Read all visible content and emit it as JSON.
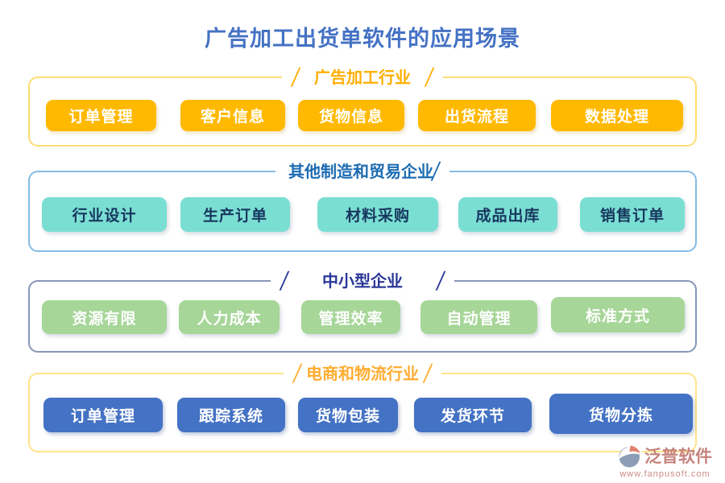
{
  "page": {
    "title": "广告加工出货单软件的应用场景"
  },
  "sections": [
    {
      "header": "广告加工行业",
      "items": [
        "订单管理",
        "客户信息",
        "货物信息",
        "出货流程",
        "数据处理"
      ]
    },
    {
      "header": "其他制造和贸易企业",
      "items": [
        "行业设计",
        "生产订单",
        "材料采购",
        "成品出库",
        "销售订单"
      ]
    },
    {
      "header": "中小型企业",
      "items": [
        "资源有限",
        "人力成本",
        "管理效率",
        "自动管理",
        "标准方式"
      ]
    },
    {
      "header": "电商和物流行业",
      "items": [
        "订单管理",
        "跟踪系统",
        "货物包装",
        "发货环节",
        "货物分拣"
      ]
    }
  ],
  "footer": {
    "brand": "泛普软件",
    "url": "www.fanpusoft.com"
  },
  "colors": {
    "title_text": "#4472c4",
    "section1_header": "#ffae00",
    "section1_border": "#ffdc75",
    "section1_button": "#ffb900",
    "section2_header": "#1c6bb2",
    "section2_border": "#85bce5",
    "section2_button": "#7bded3",
    "section2_button_text": "#17375e",
    "section3_header": "#2a3697",
    "section3_border": "#8796b8",
    "section3_button": "#a6d698",
    "section4_header": "#ffad33",
    "section4_border": "#ffe48a",
    "section4_button": "#4472c4",
    "brand_text": "#c5837d"
  }
}
